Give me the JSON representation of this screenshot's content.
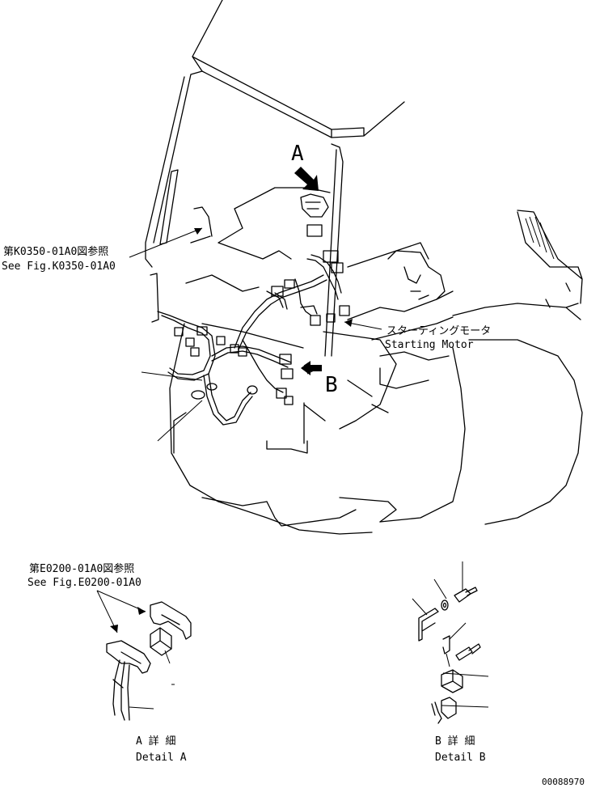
{
  "main_view": {
    "callout_a": "A",
    "callout_b": "B",
    "ref_k0350_jp": "第K0350-01A0図参照",
    "ref_k0350_en": "See Fig.K0350-01A0",
    "starting_motor_jp": "スターティングモータ",
    "starting_motor_en": "Starting Motor"
  },
  "detail_a": {
    "ref_e0200_jp": "第E0200-01A0図参照",
    "ref_e0200_en": "See Fig.E0200-01A0",
    "caption_jp": "A 詳 細",
    "caption_en": "Detail A"
  },
  "detail_b": {
    "caption_jp": "B 詳 細",
    "caption_en": "Detail B"
  },
  "drawing_number": "00088970"
}
